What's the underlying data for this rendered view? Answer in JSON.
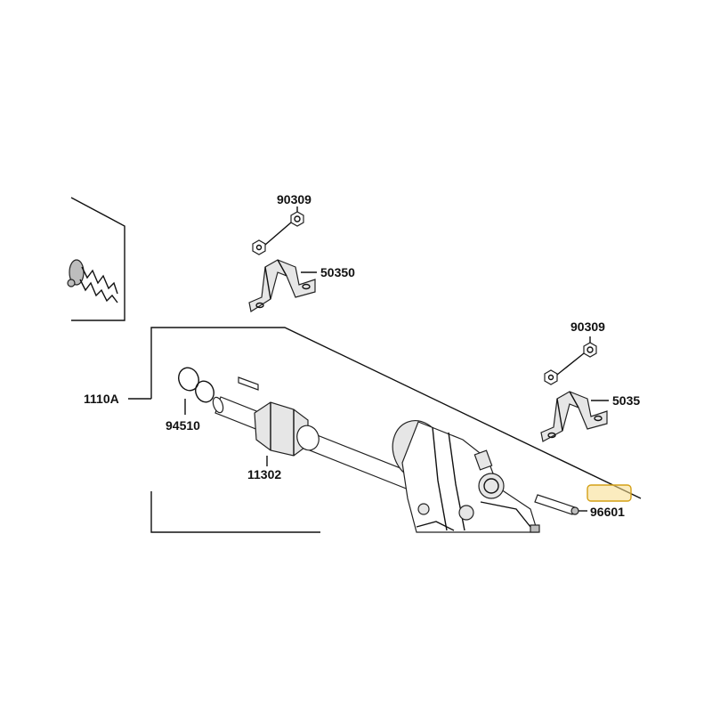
{
  "callouts": {
    "nut_upper": "90309",
    "bracket_upper": "50350",
    "nut_right": "90309",
    "bracket_right": "5035",
    "shaft_assembly": "1110A",
    "snap_ring": "94510",
    "bushing": "11302",
    "pin": "96601"
  },
  "colors": {
    "line": "#111111",
    "highlight_fill": "#f7dd8a",
    "highlight_stroke": "#d4a017"
  }
}
